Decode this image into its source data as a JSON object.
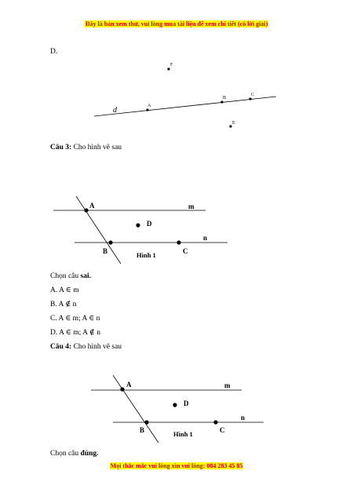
{
  "header_banner": "Đây là bản xem thử, vui lòng mua tài liệu để xem chi tiết (có lời giải)",
  "footer_banner": "Mọi thắc mắc vui lòng xin vui lòng: 084 283 45 85",
  "option_d_prev": "D.",
  "figure_prev": {
    "line_label": "d",
    "points": [
      "F",
      "A",
      "B",
      "C",
      "E"
    ]
  },
  "q3": {
    "label": "Câu 3:",
    "prompt": " Cho hình vẽ sau",
    "instruction_prefix": "Chọn câu ",
    "instruction_emph": "sai.",
    "options": [
      "A. A ∈ m",
      "B. A ∉ n",
      "C. A ∈ m; A ∈ n",
      "D. A ∈ m; A ∉ n"
    ]
  },
  "figure1": {
    "caption": "Hình 1",
    "points": [
      "A",
      "B",
      "C",
      "D"
    ],
    "lines": [
      "m",
      "n"
    ]
  },
  "q4": {
    "label": "Câu 4:",
    "prompt": " Cho hình vẽ sau",
    "instruction_prefix": "Chọn câu ",
    "instruction_emph": "đúng."
  },
  "figure2": {
    "caption": "Hình 1",
    "points": [
      "A",
      "B",
      "C",
      "D"
    ],
    "lines": [
      "m",
      "n"
    ]
  }
}
